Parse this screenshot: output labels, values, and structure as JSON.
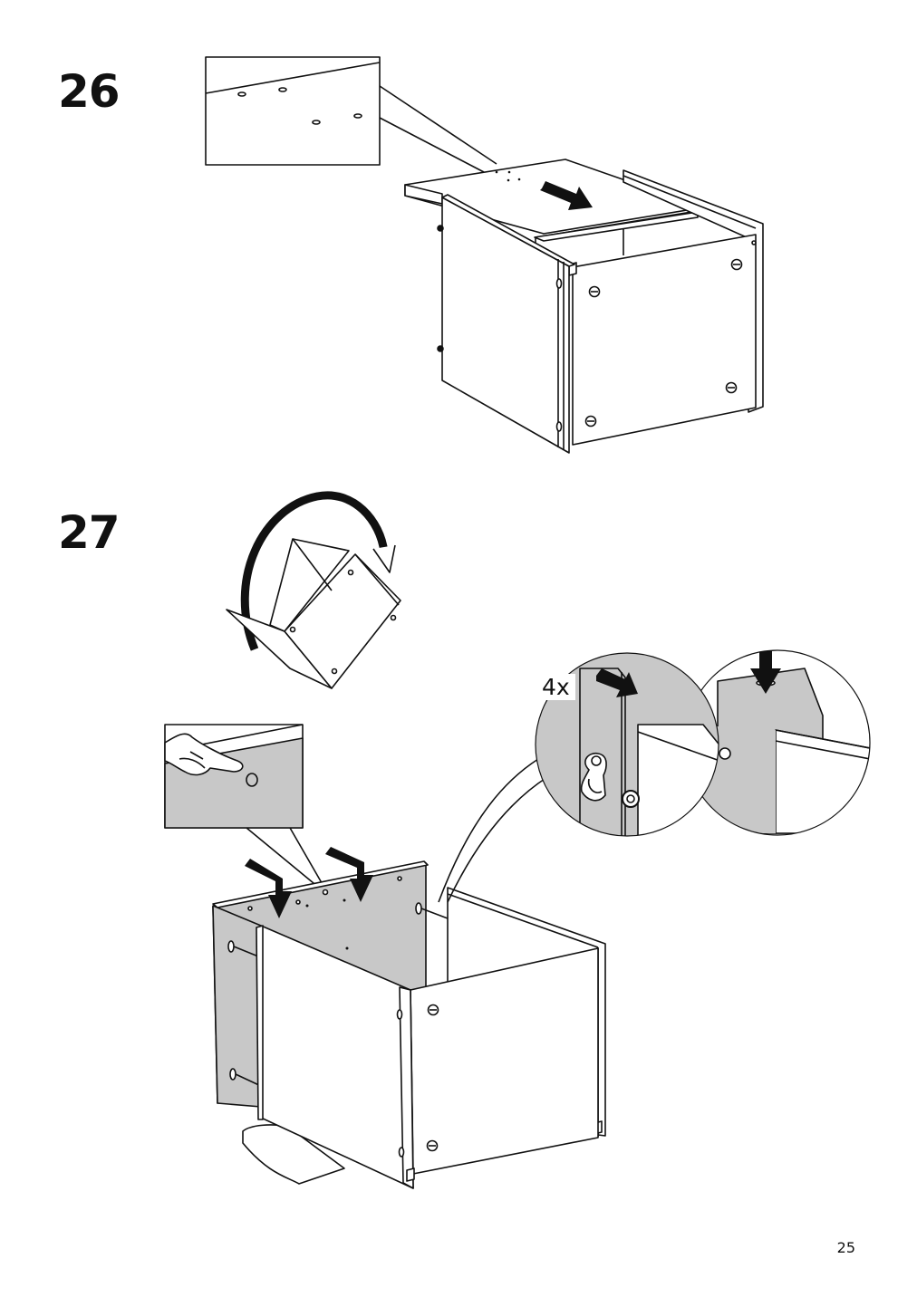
{
  "page": {
    "page_number": "25"
  },
  "steps": [
    {
      "number": "26"
    },
    {
      "number": "27",
      "callout_quantity": "4x"
    }
  ],
  "colors": {
    "ink": "#111111",
    "panel_gray": "#c8c8c8",
    "paper": "#ffffff"
  }
}
